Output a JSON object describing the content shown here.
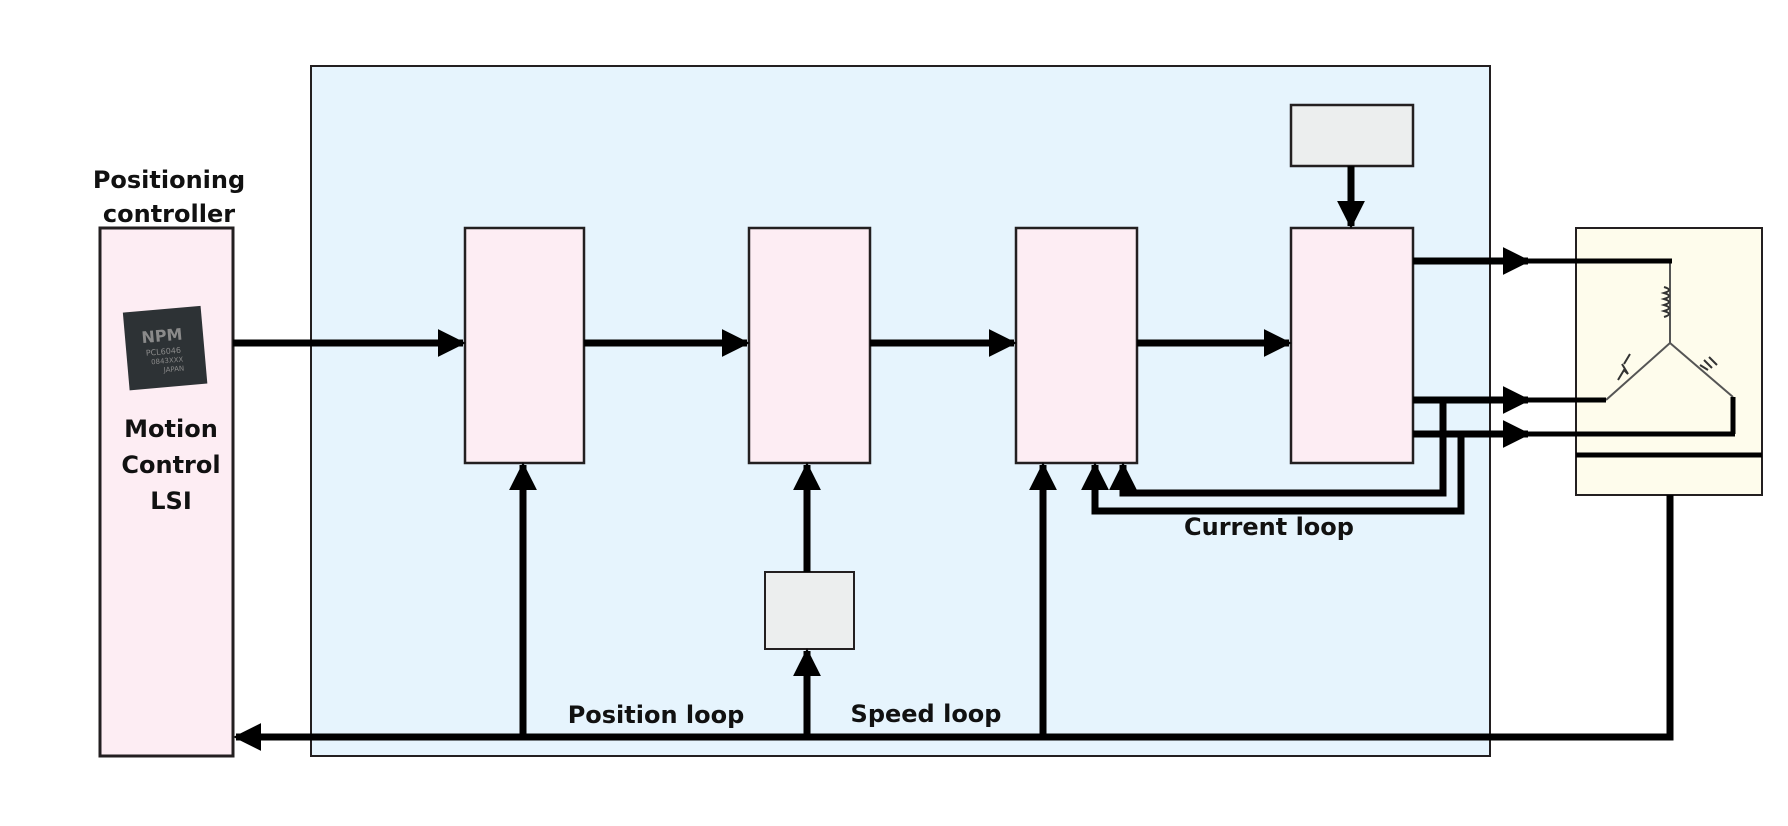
{
  "controller": {
    "title_line1": "Positioning",
    "title_line2": "controller",
    "body_line1": "Motion",
    "body_line2": "Control",
    "body_line3": "LSI",
    "chip_logo": "NPM",
    "chip_part": "PCL6046",
    "chip_lot": "0843XXX",
    "chip_origin": "JAPAN"
  },
  "loops": {
    "position": "Position loop",
    "speed": "Speed loop",
    "current": "Current loop"
  },
  "colors": {
    "driver_bg": "#e6f4fd",
    "block_fill": "#fdedf3",
    "grey_block": "#eceeee",
    "motor_bg": "#fefcec",
    "line": "#000000"
  }
}
